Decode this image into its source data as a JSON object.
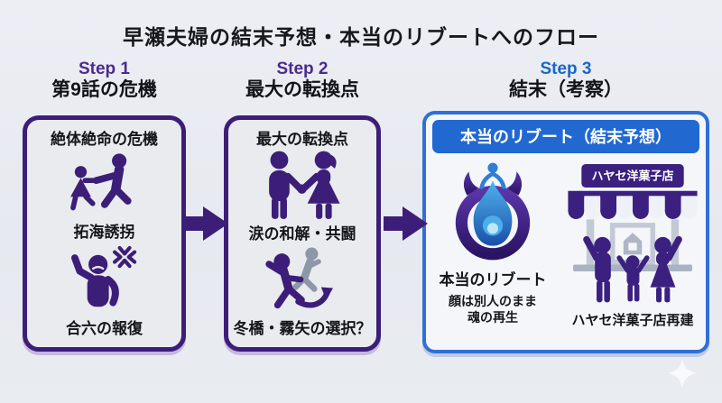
{
  "title": "早瀬夫婦の結末予想・本当のリブートへのフロー",
  "colors": {
    "purple_dark": "#3c1e78",
    "purple_label": "#4a2b8f",
    "blue_label": "#1a66c9",
    "blue_border": "#2f6fd6",
    "banner_blue": "#2268d1",
    "background": "#e7eaef",
    "gray_icon": "#8e97a8"
  },
  "step1": {
    "label": "Step 1",
    "subtitle": "第9話の危機",
    "box_header": "絶体絶命の危機",
    "items": [
      {
        "icon": "kidnap-icon",
        "caption": "拓海誘拐"
      },
      {
        "icon": "angry-person-icon",
        "caption": "合六の報復"
      }
    ]
  },
  "step2": {
    "label": "Step 2",
    "subtitle": "最大の転換点",
    "box_header": "最大の転換点",
    "items": [
      {
        "icon": "reconciliation-couple-icon",
        "caption": "涙の和解・共闘"
      },
      {
        "icon": "runners-choice-icon",
        "caption": "冬橋・霧矢の選択？"
      }
    ]
  },
  "step3": {
    "label": "Step 3",
    "subtitle": "結末（考察）",
    "banner": "本当のリブート（結末予想）",
    "left": {
      "icon": "reboot-flame-icon",
      "caption": "本当のリブート",
      "sub1": "顔は別人のまま",
      "sub2": "魂の再生"
    },
    "right": {
      "icon": "shop-storefront-icon",
      "shop_sign": "ハヤセ洋菓子店",
      "caption": "ハヤセ洋菓子店再建"
    }
  },
  "decor": {
    "sparkle": "sparkle-icon"
  }
}
